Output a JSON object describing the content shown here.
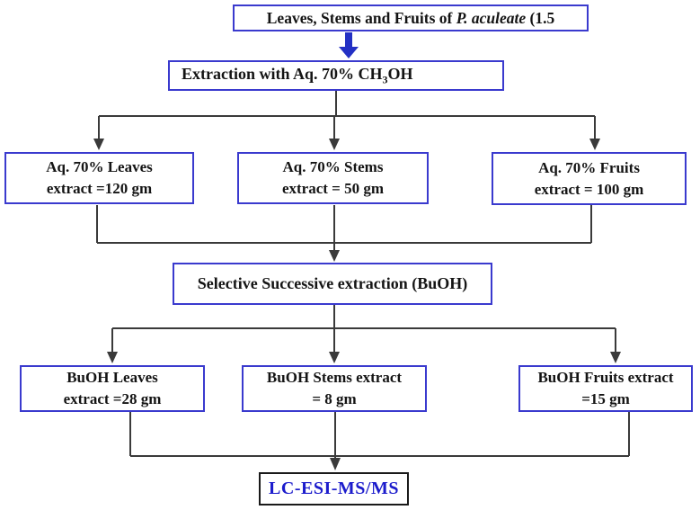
{
  "colors": {
    "box_border_blue": "#3a3ace",
    "final_box_border": "#1a1a1a",
    "connector": "#3a3a3a",
    "text": "#141414",
    "final_text": "#1c1ccc",
    "big_arrow_blue": "#2330c4",
    "background": "#ffffff"
  },
  "boxes": {
    "source": {
      "prefix": "Leaves, Stems and Fruits of ",
      "species": "P. aculeate",
      "suffix": " (1.5"
    },
    "extraction": {
      "prefix": "Extraction with Aq. 70% CH",
      "subscript": "3",
      "suffix": "OH"
    },
    "aq_extracts": [
      {
        "line1": "Aq. 70% Leaves",
        "line2": "extract =120 gm"
      },
      {
        "line1": "Aq. 70% Stems",
        "line2": "extract = 50 gm"
      },
      {
        "line1": "Aq. 70% Fruits",
        "line2": "extract = 100 gm"
      }
    ],
    "selective": {
      "label": "Selective Successive extraction (BuOH)"
    },
    "buoh_extracts": [
      {
        "line1": "BuOH Leaves",
        "line2": "extract =28 gm"
      },
      {
        "line1": "BuOH Stems extract",
        "line2": "= 8 gm"
      },
      {
        "line1": "BuOH Fruits extract",
        "line2": "=15 gm"
      }
    ],
    "final": {
      "label": "LC-ESI-MS/MS"
    }
  }
}
